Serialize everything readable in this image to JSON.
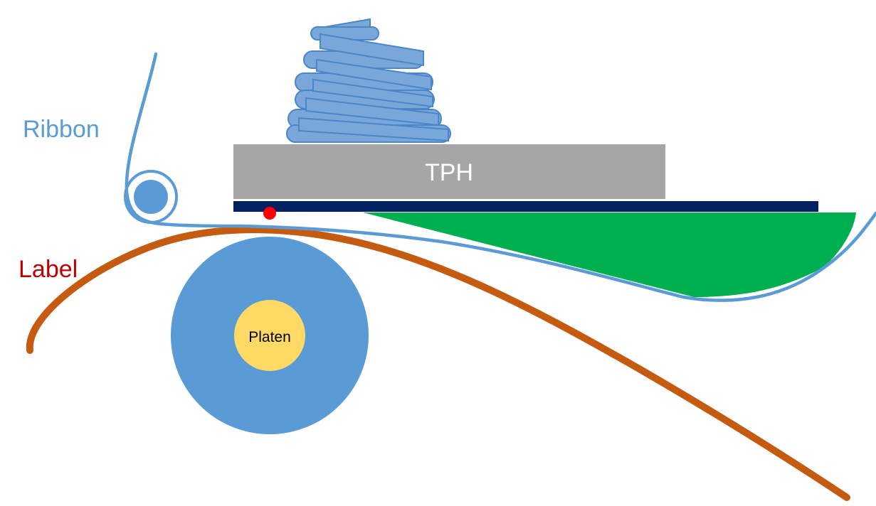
{
  "labels": {
    "ribbon": "Ribbon",
    "label": "Label",
    "tph": "TPH",
    "platen": "Platen"
  },
  "colors": {
    "ribbon": "#5b9bd5",
    "label_text": "#c00000",
    "label_strip": "#c55a11",
    "tph_body": "#a6a6a6",
    "tph_text": "#ffffff",
    "heater_line": "#002060",
    "wedge": "#00b050",
    "spring_fill": "#7aa7d9",
    "spring_stroke": "#4a86c8",
    "platen_outer": "#5b9bd5",
    "platen_core": "#ffd966",
    "platen_text": "#000000",
    "contact_dot": "#ff0000",
    "guide_roller": "#5b9bd5"
  },
  "icons": {
    "spring": "compression-spring",
    "guide_roller": "ribbon-guide-roller",
    "contact_point": "print-line-dot"
  }
}
